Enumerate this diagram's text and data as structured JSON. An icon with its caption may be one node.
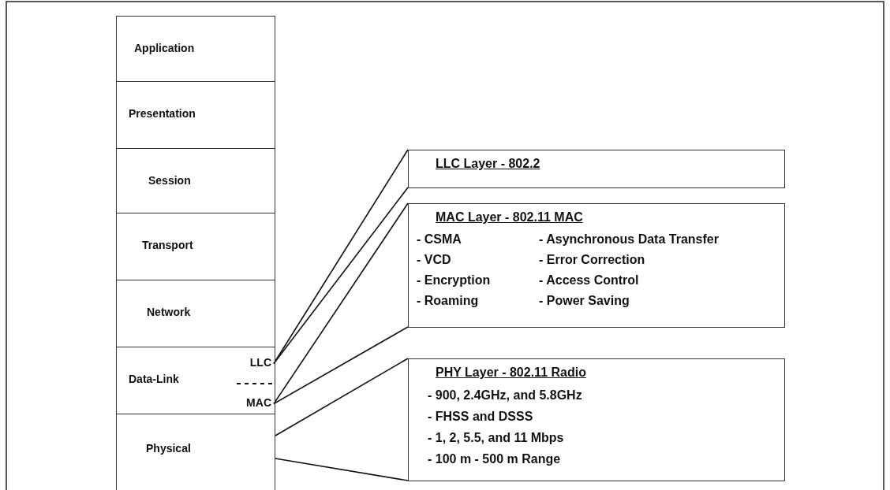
{
  "diagram": {
    "nodes": [
      {
        "text": [
          "Application"
        ]
      },
      {
        "text": [
          "Presentation"
        ]
      },
      {
        "text": [
          "Session"
        ]
      },
      {
        "text": [
          "Transport"
        ]
      },
      {
        "text": [
          "Network"
        ]
      },
      {
        "text": [
          "Data-Link"
        ]
      },
      {
        "text": [
          "LLC"
        ],
        "in": 5
      },
      {
        "text": [
          "MAC"
        ],
        "in": 5
      },
      {
        "text": [
          "Physical"
        ]
      },
      {
        "text": [
          "LLC Layer - 802.2"
        ]
      },
      {
        "text": [
          "MAC Layer - 802.11 MAC",
          "- CSMA",
          "- Asynchronous Data Transfer",
          "- VCD",
          "- Error Correction",
          "- Encryption",
          "- Access Control",
          "- Roaming",
          "- Power Saving"
        ]
      },
      {
        "text": [
          "PHY Layer - 802.11 Radio",
          "- 900, 2.4GHz, and 5.8GHz",
          "- FHSS and DSSS",
          "- 1, 2, 5.5, and 11 Mbps",
          "- 100 m - 500 m Range"
        ]
      }
    ],
    "edges": [
      {
        "from": 6,
        "to": 9,
        "arrow": "none"
      },
      {
        "from": 6,
        "to": 9,
        "arrow": "none"
      },
      {
        "from": 7,
        "to": 10,
        "arrow": "none"
      },
      {
        "from": 7,
        "to": 10,
        "arrow": "none"
      },
      {
        "from": 8,
        "to": 11,
        "arrow": "none"
      },
      {
        "from": 8,
        "to": 11,
        "arrow": "none"
      }
    ]
  }
}
